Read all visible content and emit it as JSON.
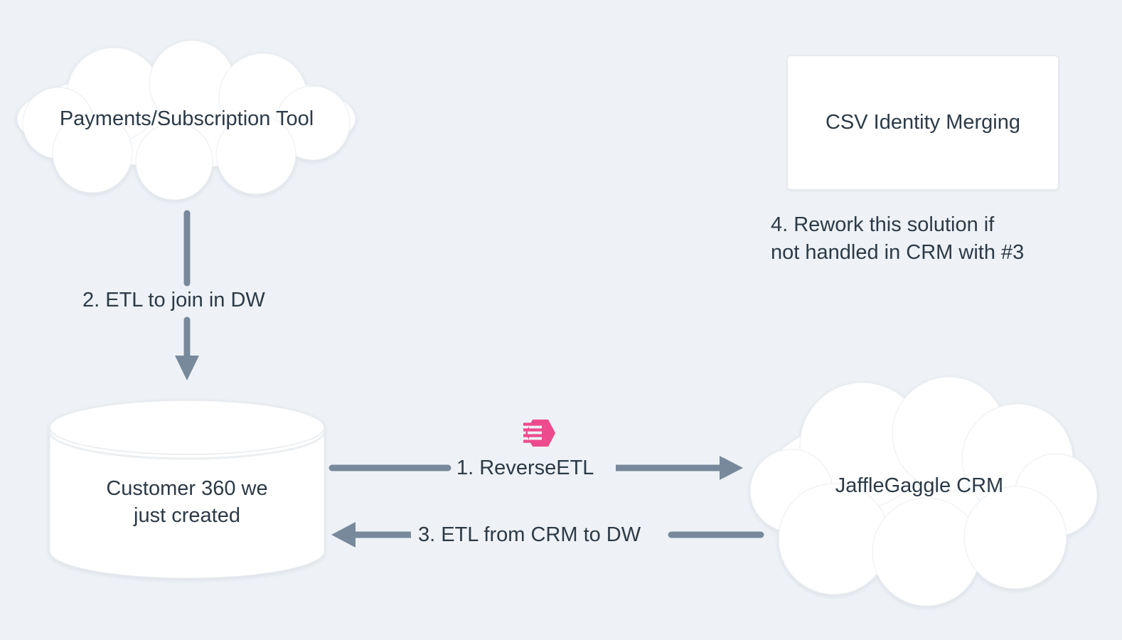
{
  "theme": {
    "background": "#eef2f6",
    "node_fill": "#ffffff",
    "node_stroke": "#e4e9ee",
    "text_color": "#2c3a47",
    "edge_color": "#78899b",
    "accent_pink": "#ee4b8e"
  },
  "diagram": {
    "type": "flow-diagram",
    "nodes": [
      {
        "id": "payments",
        "shape": "cloud",
        "label": "Payments/Subscription Tool"
      },
      {
        "id": "csv-identity",
        "shape": "rectangle",
        "label": "CSV Identity Merging"
      },
      {
        "id": "warehouse",
        "shape": "cylinder",
        "label_line1": "Customer 360 we",
        "label_line2": "just created"
      },
      {
        "id": "crm",
        "shape": "cloud",
        "label": "JaffleGaggle CRM"
      }
    ],
    "edges": [
      {
        "id": "edge-2",
        "label": "2. ETL to join in DW",
        "from": "payments",
        "to": "warehouse",
        "direction": "down"
      },
      {
        "id": "edge-1",
        "label": "1. ReverseETL",
        "from": "warehouse",
        "to": "crm",
        "direction": "right",
        "icon": "dbt-logo"
      },
      {
        "id": "edge-3",
        "label": "3. ETL from CRM to DW",
        "from": "crm",
        "to": "warehouse",
        "direction": "left"
      }
    ],
    "annotations": [
      {
        "id": "anno-4",
        "line1": "4. Rework this solution if",
        "line2": "not handled in CRM with #3"
      }
    ]
  }
}
